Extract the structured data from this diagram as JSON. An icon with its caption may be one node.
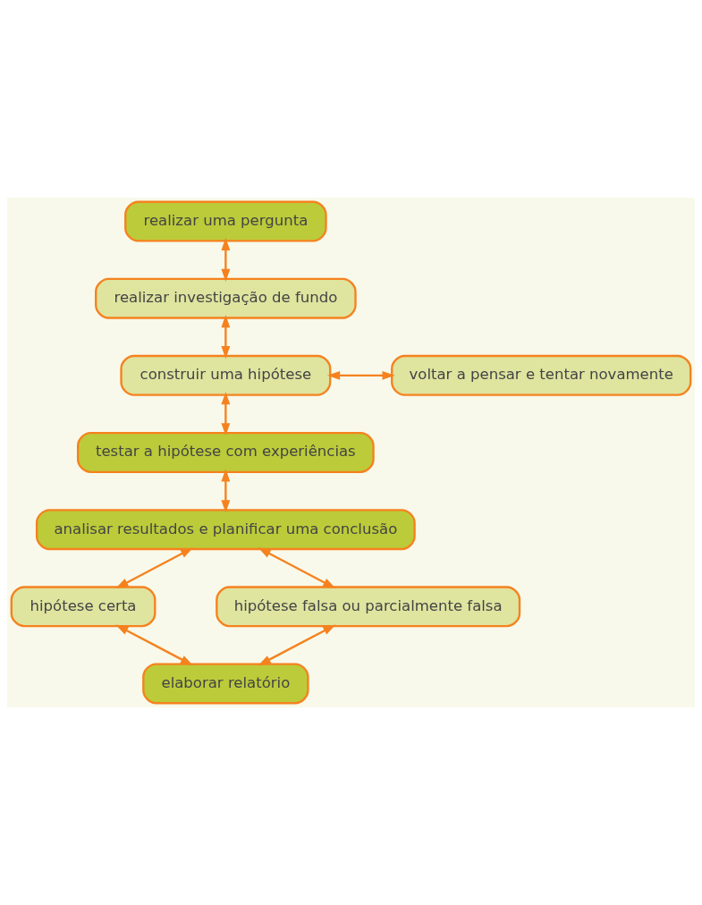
{
  "diagram": {
    "nodes": [
      {
        "text": [
          "realizar uma pergunta"
        ]
      },
      {
        "text": [
          "realizar investigação de fundo"
        ]
      },
      {
        "text": [
          "construir uma hipótese"
        ]
      },
      {
        "text": [
          "voltar a pensar e tentar novamente"
        ]
      },
      {
        "text": [
          "testar a hipótese com experiências"
        ]
      },
      {
        "text": [
          "analisar resultados e planificar uma conclusão"
        ]
      },
      {
        "text": [
          "hipótese certa"
        ]
      },
      {
        "text": [
          "hipótese falsa ou parcialmente falsa"
        ]
      },
      {
        "text": [
          "elaborar relatório"
        ]
      }
    ],
    "edges": [
      {
        "from": 0,
        "to": 1,
        "arrow": "both"
      },
      {
        "from": 1,
        "to": 2,
        "arrow": "both"
      },
      {
        "from": 2,
        "to": 3,
        "arrow": "both"
      },
      {
        "from": 2,
        "to": 4,
        "arrow": "both"
      },
      {
        "from": 4,
        "to": 5,
        "arrow": "both"
      },
      {
        "from": 5,
        "to": 6,
        "arrow": "both"
      },
      {
        "from": 5,
        "to": 7,
        "arrow": "both"
      },
      {
        "from": 6,
        "to": 8,
        "arrow": "both"
      },
      {
        "from": 7,
        "to": 8,
        "arrow": "both"
      }
    ]
  }
}
